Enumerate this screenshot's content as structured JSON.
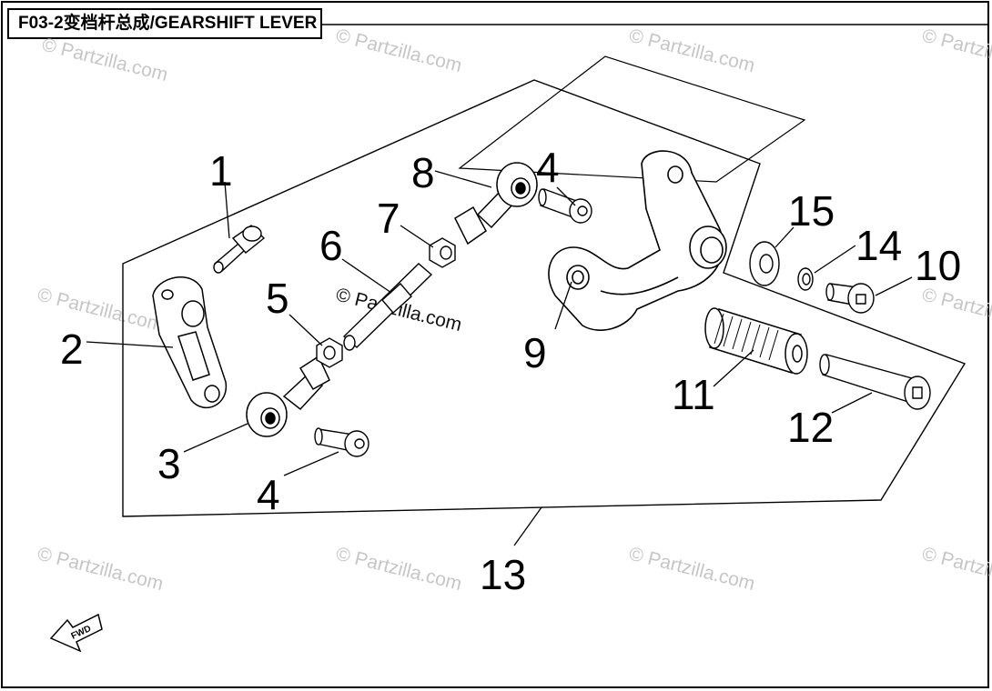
{
  "diagram": {
    "title": "F03-2变档杆总成/GEARSHIFT LEVER",
    "callouts": [
      {
        "id": "c1",
        "label": "1"
      },
      {
        "id": "c2",
        "label": "2"
      },
      {
        "id": "c3",
        "label": "3"
      },
      {
        "id": "c4a",
        "label": "4"
      },
      {
        "id": "c4b",
        "label": "4"
      },
      {
        "id": "c5",
        "label": "5"
      },
      {
        "id": "c6",
        "label": "6"
      },
      {
        "id": "c7",
        "label": "7"
      },
      {
        "id": "c8",
        "label": "8"
      },
      {
        "id": "c9",
        "label": "9"
      },
      {
        "id": "c10",
        "label": "10"
      },
      {
        "id": "c11",
        "label": "11"
      },
      {
        "id": "c12",
        "label": "12"
      },
      {
        "id": "c13",
        "label": "13"
      },
      {
        "id": "c14",
        "label": "14"
      },
      {
        "id": "c15",
        "label": "15"
      }
    ],
    "watermark_text": "© Partzilla.com",
    "fwd_label": "FWD"
  }
}
